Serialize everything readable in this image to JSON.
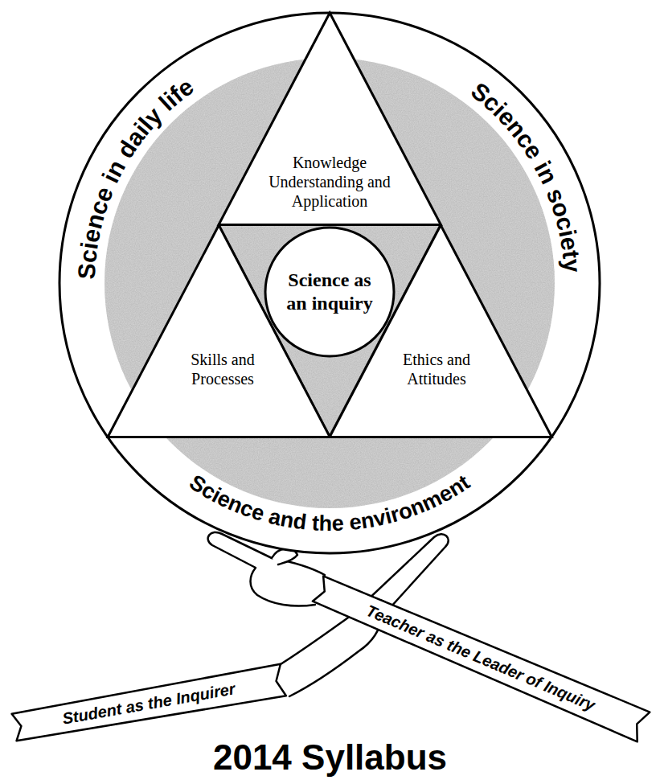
{
  "diagram": {
    "caption": "2014 Syllabus",
    "nodes": [
      {
        "text": [
          "Science in daily life",
          "Science in society",
          "Science and the environment"
        ]
      },
      {
        "text": [
          "Knowledge Understanding and Application"
        ],
        "in": 0
      },
      {
        "text": [
          "Skills and Processes"
        ],
        "in": 0
      },
      {
        "text": [
          "Ethics and Attitudes"
        ],
        "in": 0
      },
      {
        "text": [
          "Science as an inquiry"
        ],
        "in": 0
      },
      {
        "text": [
          "Student as the Inquirer"
        ]
      },
      {
        "text": [
          "Teacher as the Leader of Inquiry"
        ]
      }
    ]
  }
}
